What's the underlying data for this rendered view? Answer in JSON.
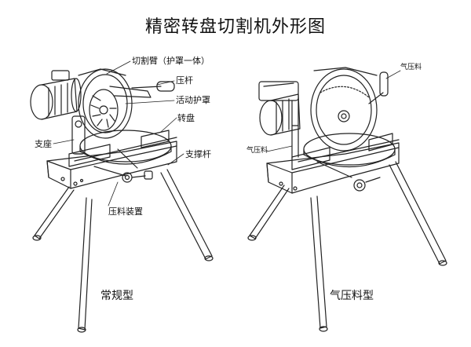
{
  "title": "精密转盘切割机外形图",
  "left": {
    "caption": "常规型",
    "labels": {
      "cutting_arm": "切割臂（护罩一体）",
      "press_rod": "压杆",
      "guard": "活动护罩",
      "turntable": "转盘",
      "support": "支座",
      "brace": "支撑杆",
      "clamp": "压料装置"
    }
  },
  "right": {
    "caption": "气压料型",
    "labels": {
      "pneumatic_top": "气压料",
      "pneumatic_left": "气压料"
    }
  }
}
